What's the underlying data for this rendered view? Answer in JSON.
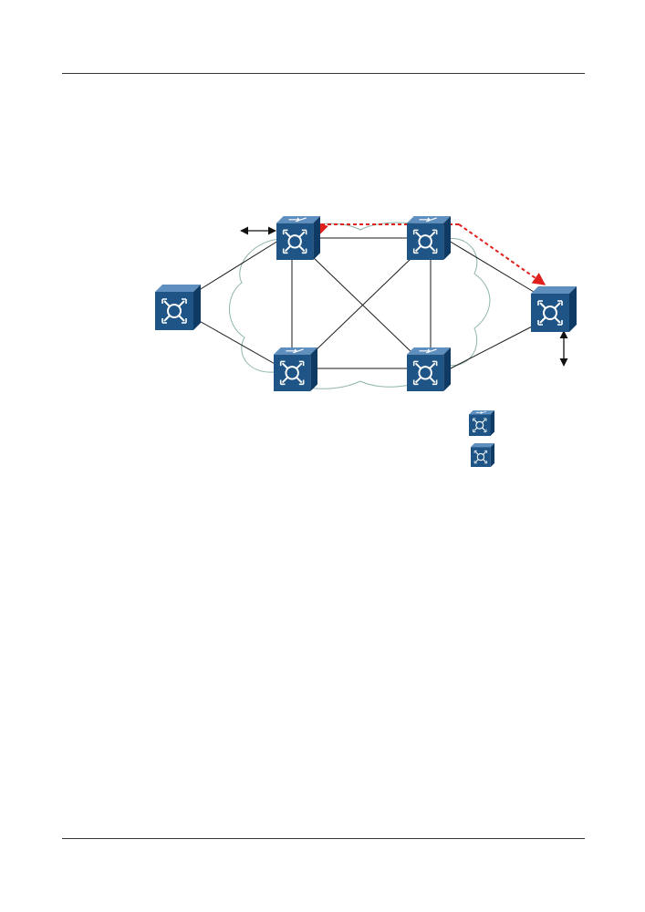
{
  "colors": {
    "rule": "#333333",
    "link": "#1a1a1a",
    "cloud": "#8fb5ad",
    "path": "#e0201c",
    "device_face": "#1e5586",
    "device_side": "#0f3a63",
    "device_top": "#5f8fbf",
    "arrow": "#111111"
  },
  "diagram": {
    "devices": [
      {
        "name": "ce-left-device",
        "icon": "switch-icon"
      },
      {
        "name": "pe-top-left-device",
        "icon": "router-icon"
      },
      {
        "name": "p-top-right-device",
        "icon": "router-icon"
      },
      {
        "name": "pe-bottom-left-device",
        "icon": "router-icon"
      },
      {
        "name": "p-bottom-right-device",
        "icon": "router-icon"
      },
      {
        "name": "ce-right-device",
        "icon": "switch-icon"
      }
    ],
    "legend": [
      {
        "name": "legend-router",
        "icon": "router-icon"
      },
      {
        "name": "legend-switch",
        "icon": "switch-icon"
      }
    ]
  }
}
